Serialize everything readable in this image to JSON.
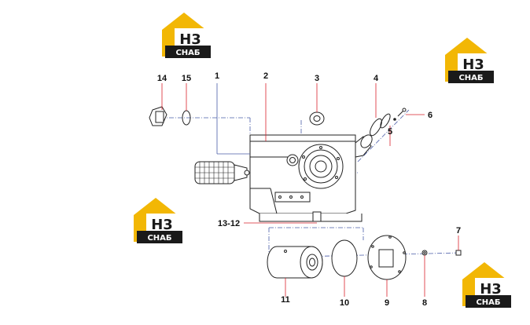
{
  "logo": {
    "mark": "H3",
    "text": "СНАБ",
    "colors": {
      "house": "#f2b705",
      "panel": "#1a1a1a",
      "letters": "#1a1a1a",
      "text": "#ffffff"
    }
  },
  "callouts": {
    "p1": "1",
    "p2": "2",
    "p3": "3",
    "p4": "4",
    "p5": "5",
    "p6": "6",
    "p7": "7",
    "p8": "8",
    "p9": "9",
    "p10": "10",
    "p11": "11",
    "p12": "13-12",
    "p14": "14",
    "p15": "15"
  },
  "colors": {
    "leader_red": "#d9232d",
    "leader_blue": "#4a5ca8",
    "line": "#222222"
  }
}
